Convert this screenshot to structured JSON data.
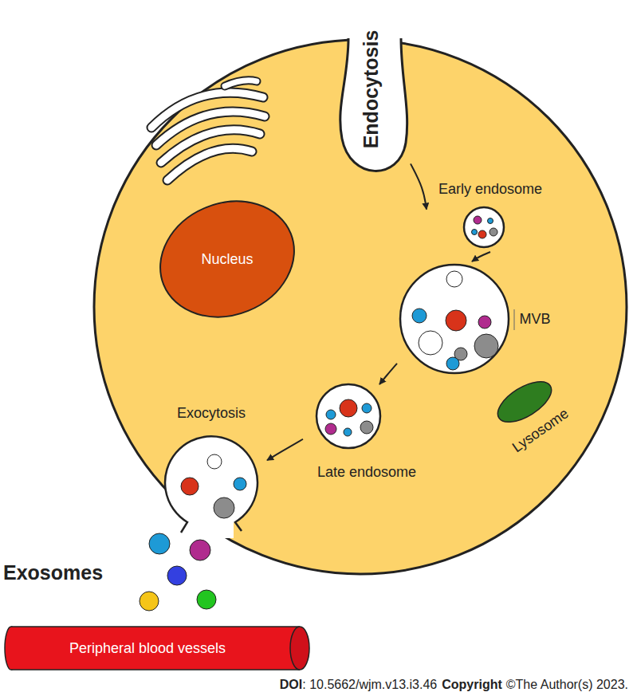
{
  "diagram": {
    "nodes": [
      {
        "text": [
          "Endocytosis"
        ]
      },
      {
        "text": [
          "Early endosome"
        ]
      },
      {
        "text": [
          "MVB"
        ]
      },
      {
        "text": [
          "Late endosome"
        ]
      },
      {
        "text": [
          "Exocytosis"
        ]
      },
      {
        "text": [
          "Nucleus"
        ]
      },
      {
        "text": [
          "Lysosome"
        ]
      },
      {
        "text": [
          "Peripheral blood vessels"
        ]
      }
    ],
    "edges": [
      {
        "from": 0,
        "to": 1,
        "arrow": "to"
      },
      {
        "from": 1,
        "to": 2,
        "arrow": "to"
      },
      {
        "from": 2,
        "to": 3,
        "arrow": "to"
      },
      {
        "from": 3,
        "to": 4,
        "arrow": "to"
      }
    ],
    "labels": [
      "Exosomes",
      "DOI",
      ": 10.5662/wjm.v13.i3.46",
      "Copyright",
      "©The Author(s) 2023."
    ]
  }
}
